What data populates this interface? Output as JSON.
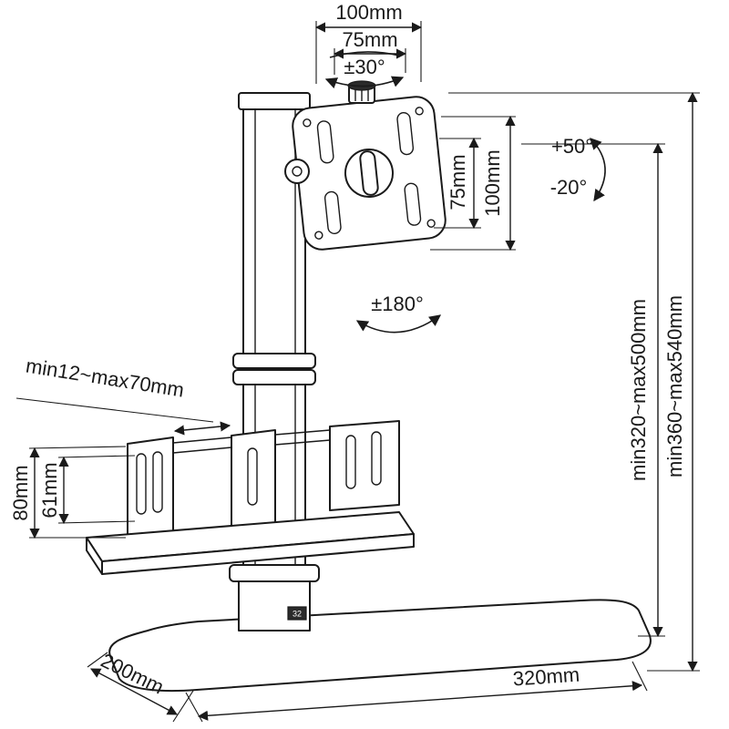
{
  "figure": {
    "type": "technical-dimension-diagram",
    "subject": "Desk stand with VESA monitor plate, CPU holder and base",
    "background": "#ffffff",
    "line_color": "#1a1a1a"
  },
  "labels": {
    "vesa_outer_width": "100mm",
    "vesa_inner_width": "75mm",
    "knob_rotation": "±30°",
    "vesa_inner_height": "75mm",
    "vesa_outer_height": "100mm",
    "tilt_up": "+50°",
    "tilt_down": "-20°",
    "swivel": "±180°",
    "cpu_clamp_width": "min12~max70mm",
    "cpu_outer_height": "80mm",
    "cpu_inner_height": "61mm",
    "column_height_range": "min320~max500mm",
    "overall_height_range": "min360~max540mm",
    "base_depth": "200mm",
    "base_width": "320mm",
    "column_marking": "32"
  }
}
